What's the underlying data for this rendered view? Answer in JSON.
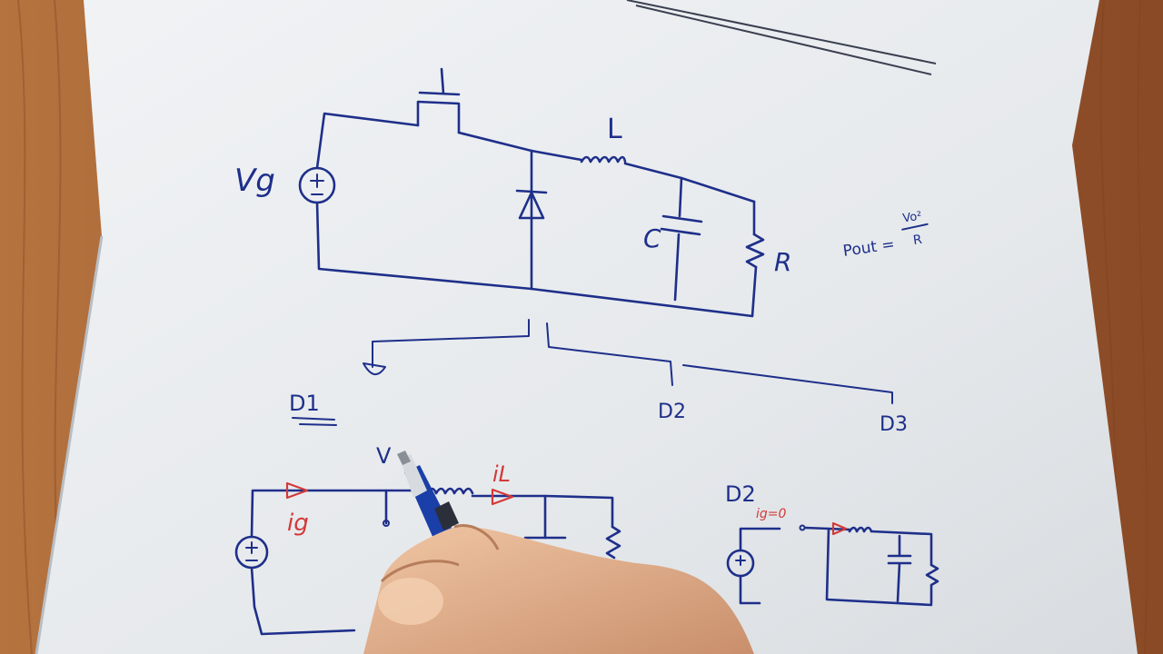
{
  "labels": {
    "source_main": "Vg",
    "inductor": "L",
    "capacitor": "C",
    "resistor": "R",
    "power_formula_lhs": "Pout =",
    "power_formula_num": "Vo²",
    "power_formula_den": "R",
    "branch_1": "D1",
    "branch_2": "D2",
    "branch_3": "D3",
    "node_v": "V",
    "current_ig": "ig",
    "current_il": "iL",
    "d2_title": "D2",
    "d2_current": "ig=0"
  },
  "colors": {
    "ink_blue": "#1e2f8a",
    "ink_red": "#d23a3a",
    "paper": "#e9ecef",
    "desk": "#a8653a"
  }
}
